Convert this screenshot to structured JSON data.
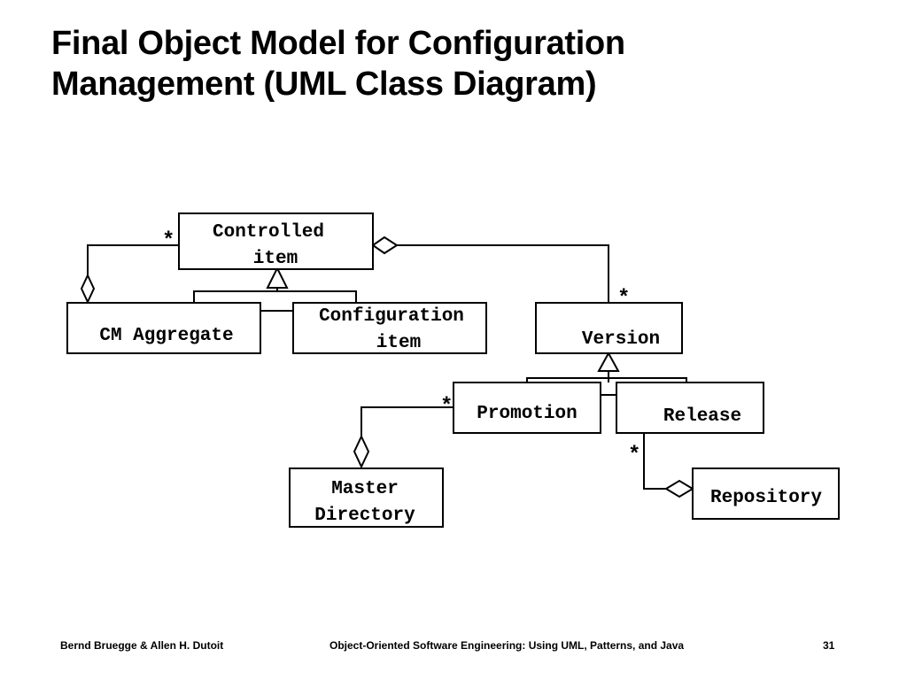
{
  "title": {
    "line1": "Final Object Model for Configuration",
    "line2": "Management (UML Class Diagram)"
  },
  "classes": {
    "controlled_item": {
      "line1": "Controlled",
      "line2": "item"
    },
    "cm_aggregate": {
      "line1": "CM Aggregate"
    },
    "configuration_item": {
      "line1": "Configuration",
      "line2": "item"
    },
    "version": {
      "line1": "Version"
    },
    "promotion": {
      "line1": "Promotion"
    },
    "release": {
      "line1": "Release"
    },
    "master_directory": {
      "line1": "Master",
      "line2": "Directory"
    },
    "repository": {
      "line1": "Repository"
    }
  },
  "multiplicities": {
    "aggregate_to_controlled": "*",
    "controlled_to_version": "*",
    "master_to_promotion": "*",
    "repository_to_release": "*"
  },
  "footer": {
    "authors": "Bernd Bruegge & Allen H. Dutoit",
    "book": "Object-Oriented Software Engineering: Using UML, Patterns, and Java",
    "page": "31"
  }
}
